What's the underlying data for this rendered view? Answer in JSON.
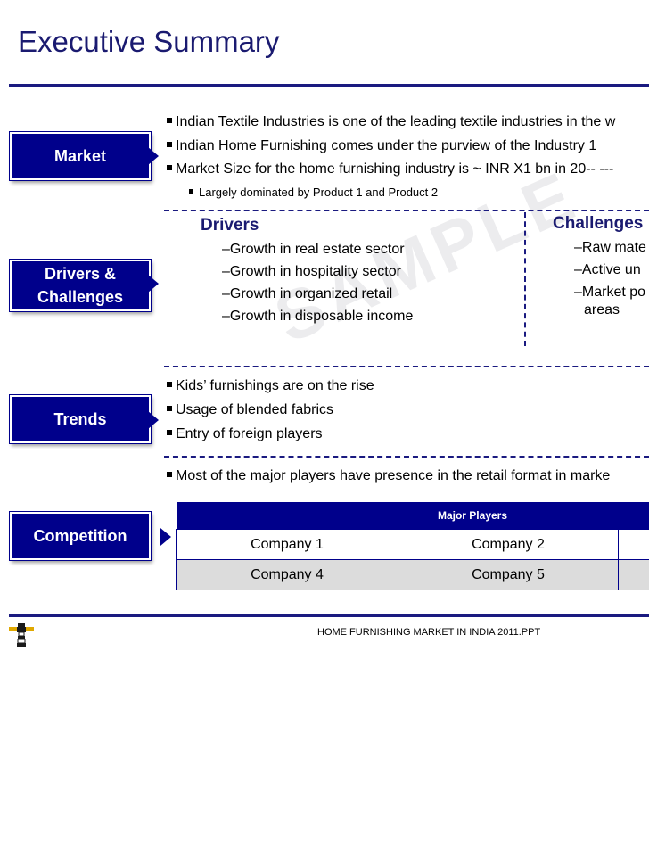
{
  "page": {
    "title": "Executive Summary",
    "footer": "HOME FURNISHING MARKET IN INDIA 2011.PPT",
    "watermark": "SAMPLE"
  },
  "market": {
    "label": "Market",
    "bullets": [
      "Indian Textile Industries is one of the leading textile industries in the w",
      "Indian Home Furnishing comes under the purview of the Industry 1",
      "Market Size for the home furnishing industry is ~ INR X1 bn in 20-- ---"
    ],
    "sub_bullet": "Largely dominated by Product 1 and Product 2"
  },
  "drivers_challenges": {
    "label_line1": "Drivers &",
    "label_line2": "Challenges",
    "drivers_heading": "Drivers",
    "drivers": [
      "–Growth in real estate sector",
      "–Growth in hospitality sector",
      "–Growth in organized retail",
      "–Growth in disposable income"
    ],
    "challenges_heading": "Challenges",
    "challenges": [
      "–Raw mate",
      "–Active un",
      "–Market po",
      "areas"
    ]
  },
  "trends": {
    "label": "Trends",
    "bullets": [
      "Kids’ furnishings are on the rise",
      "Usage of blended fabrics",
      "Entry of foreign players"
    ]
  },
  "competition": {
    "label": "Competition",
    "intro": "Most of the major players have presence in the retail format in marke",
    "table_header": "Major Players",
    "rows": [
      [
        "Company 1",
        "Company 2",
        ""
      ],
      [
        "Company 4",
        "Company 5",
        ""
      ]
    ]
  },
  "colors": {
    "brand_navy": "#00008b",
    "title": "#1a1a70"
  }
}
